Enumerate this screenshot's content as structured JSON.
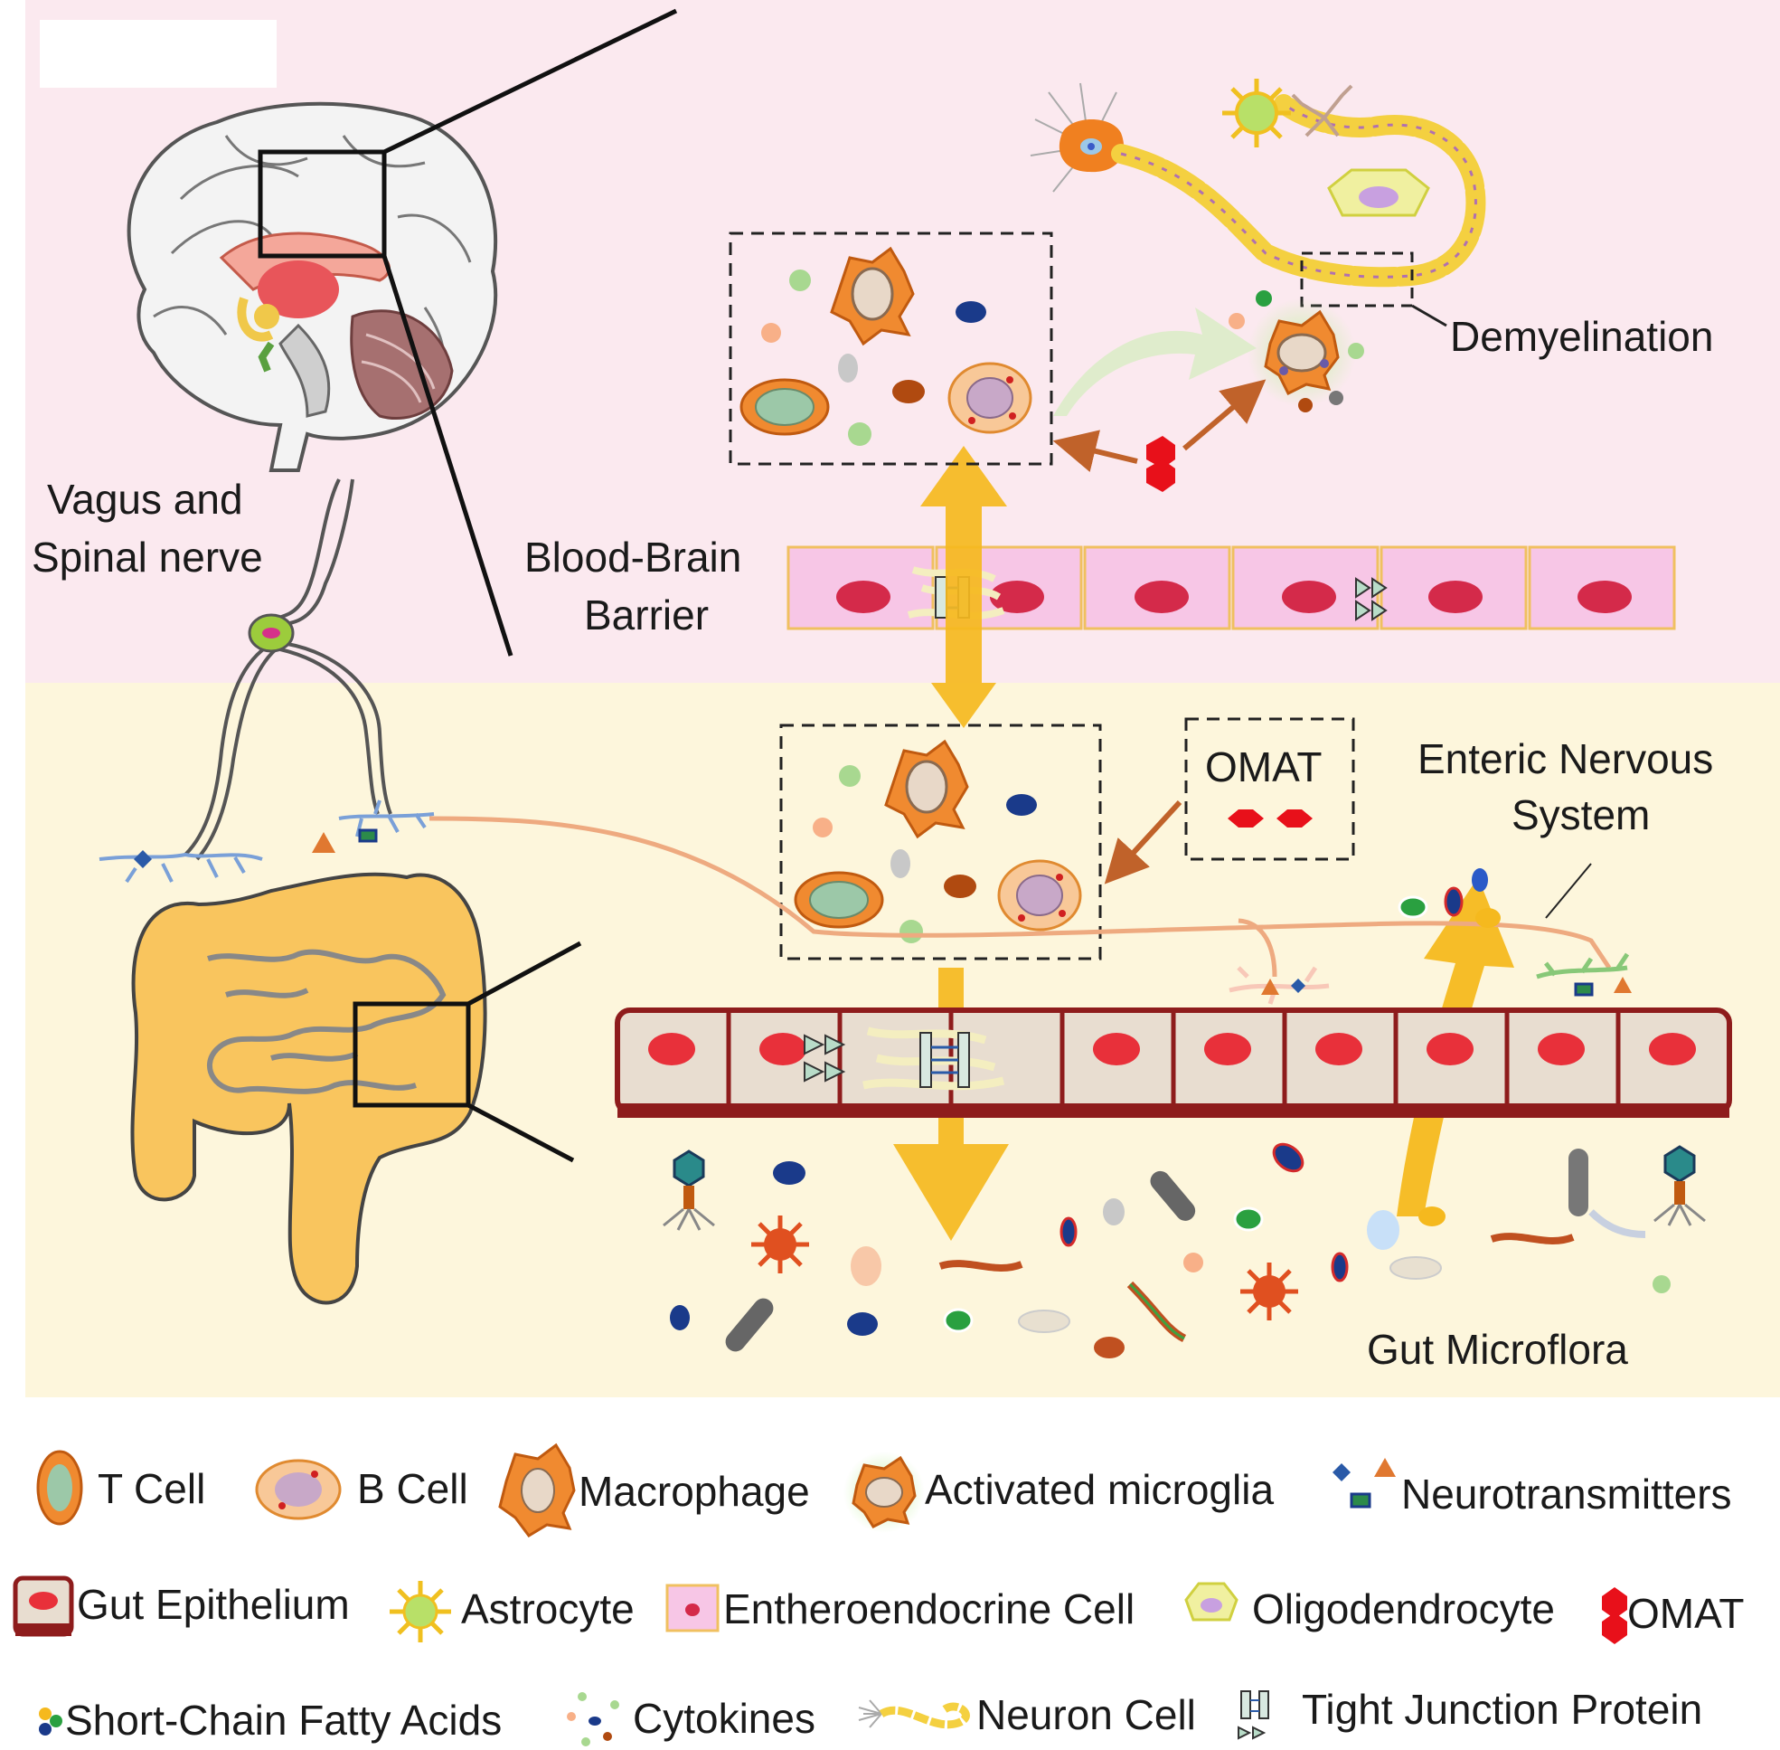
{
  "labels": {
    "vagus_line1": "Vagus and",
    "vagus_line2": "Spinal nerve",
    "bbb_line1": "Blood-Brain",
    "bbb_line2": "Barrier",
    "demyelination": "Demyelination",
    "omat_box": "OMAT",
    "ens_line1": "Enteric Nervous",
    "ens_line2": "System",
    "gut_microflora": "Gut Microflora"
  },
  "legend": {
    "t_cell": "T Cell",
    "b_cell": "B Cell",
    "macrophage": "Macrophage",
    "activated_microglia": "Activated microglia",
    "neurotransmitters": "Neurotransmitters",
    "gut_epithelium": "Gut Epithelium",
    "astrocyte": "Astrocyte",
    "enteroendocrine": "Entheroendocrine Cell",
    "oligodendrocyte": "Oligodendrocyte",
    "omat": "OMAT",
    "scfa": "Short-Chain Fatty Acids",
    "cytokines": "Cytokines",
    "neuron": "Neuron Cell",
    "tight_junction": "Tight Junction Protein"
  },
  "colors": {
    "brain_region_bg": "#fbe9ef",
    "gut_region_bg": "#fdf6dc",
    "arrow_yellow": "#f5b91e",
    "arrow_brown": "#c0622a",
    "omat_red": "#e8101a",
    "enteroendocrine_pink": "#f7c6e6",
    "epithelium_red": "#8e1c1c",
    "nerve_orange": "#eeaa80"
  }
}
